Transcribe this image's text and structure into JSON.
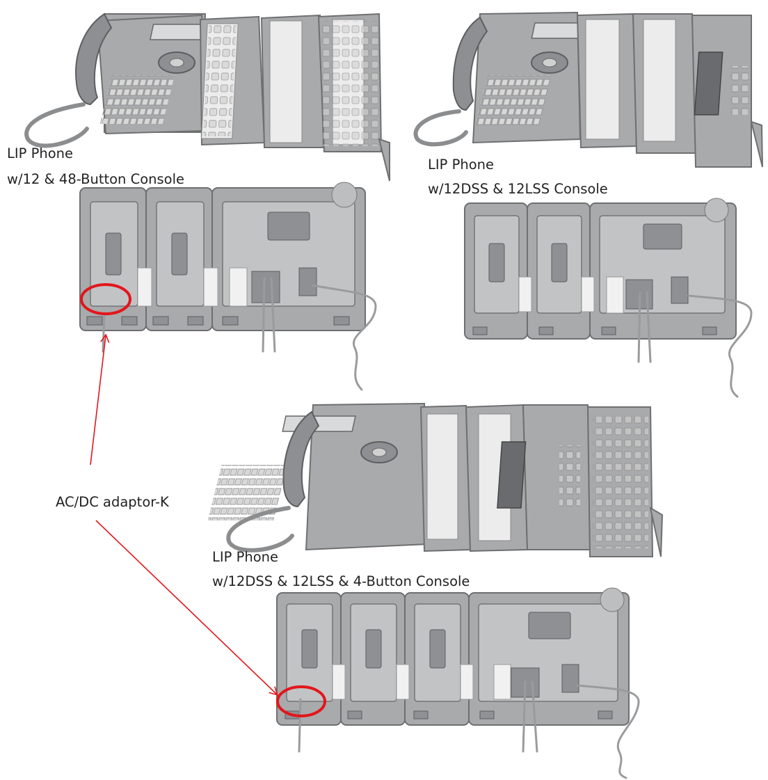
{
  "labels": {
    "phone1_line1": "LIP Phone",
    "phone1_line2": "w/12 & 48-Button Console",
    "phone2_line1": "LIP Phone",
    "phone2_line2": "w/12DSS & 12LSS Console",
    "phone3_line1": "LIP Phone",
    "phone3_line2": "w/12DSS & 12LSS & 4-Button Console",
    "adaptor": "AC/DC adaptor-K"
  },
  "colors": {
    "highlight_circle": "#e3161b",
    "arrow": "#e3161b",
    "device_body": "#a9aaac"
  }
}
